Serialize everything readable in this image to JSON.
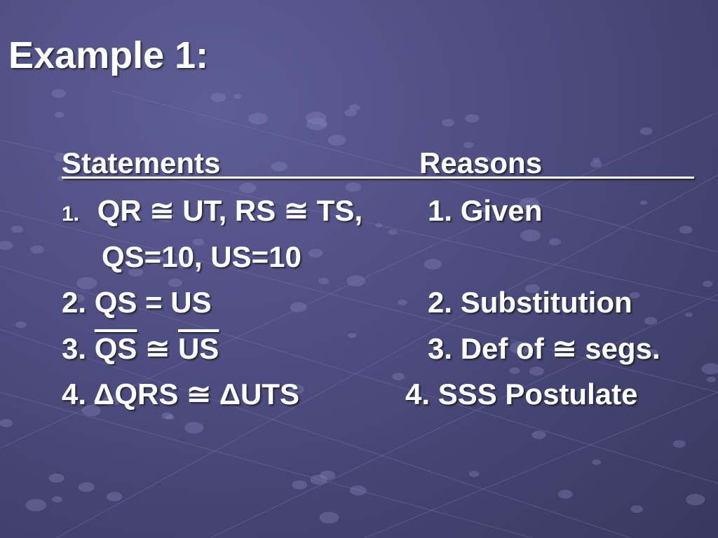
{
  "slide": {
    "title": "Example 1:",
    "headers": {
      "statements": "Statements",
      "reasons": "Reasons"
    },
    "statements": {
      "s1_num": "1.",
      "s1_line1": "QR ≅ UT, RS ≅ TS,",
      "s1_line2": "QS=10, US=10",
      "s2": "2. QS = US",
      "s3_num": "3.",
      "s3_seg1": "QS",
      "s3_cong": "≅",
      "s3_seg2": "US",
      "s4": "4. ΔQRS ≅ ΔUTS"
    },
    "reasons": {
      "r1": "1. Given",
      "r2": "2. Substitution",
      "r3": "3. Def of ≅ segs.",
      "r4": "4. SSS Postulate"
    }
  }
}
